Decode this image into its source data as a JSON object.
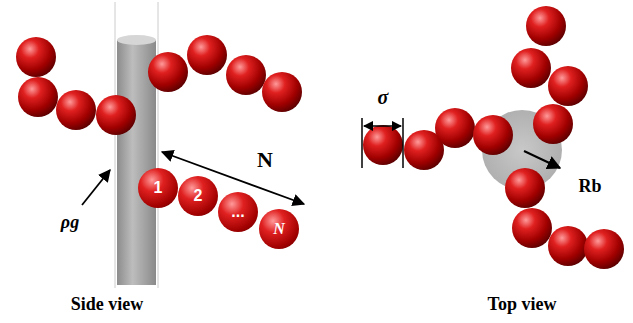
{
  "diagram": {
    "nodes": [
      {
        "text": [
          "1"
        ]
      },
      {
        "text": [
          "2"
        ]
      },
      {
        "text": [
          "..."
        ]
      },
      {
        "text": [
          "N"
        ]
      }
    ],
    "labels": [
      "ρg",
      "N",
      "Side view",
      "σ",
      "Rb",
      "Top view"
    ]
  }
}
